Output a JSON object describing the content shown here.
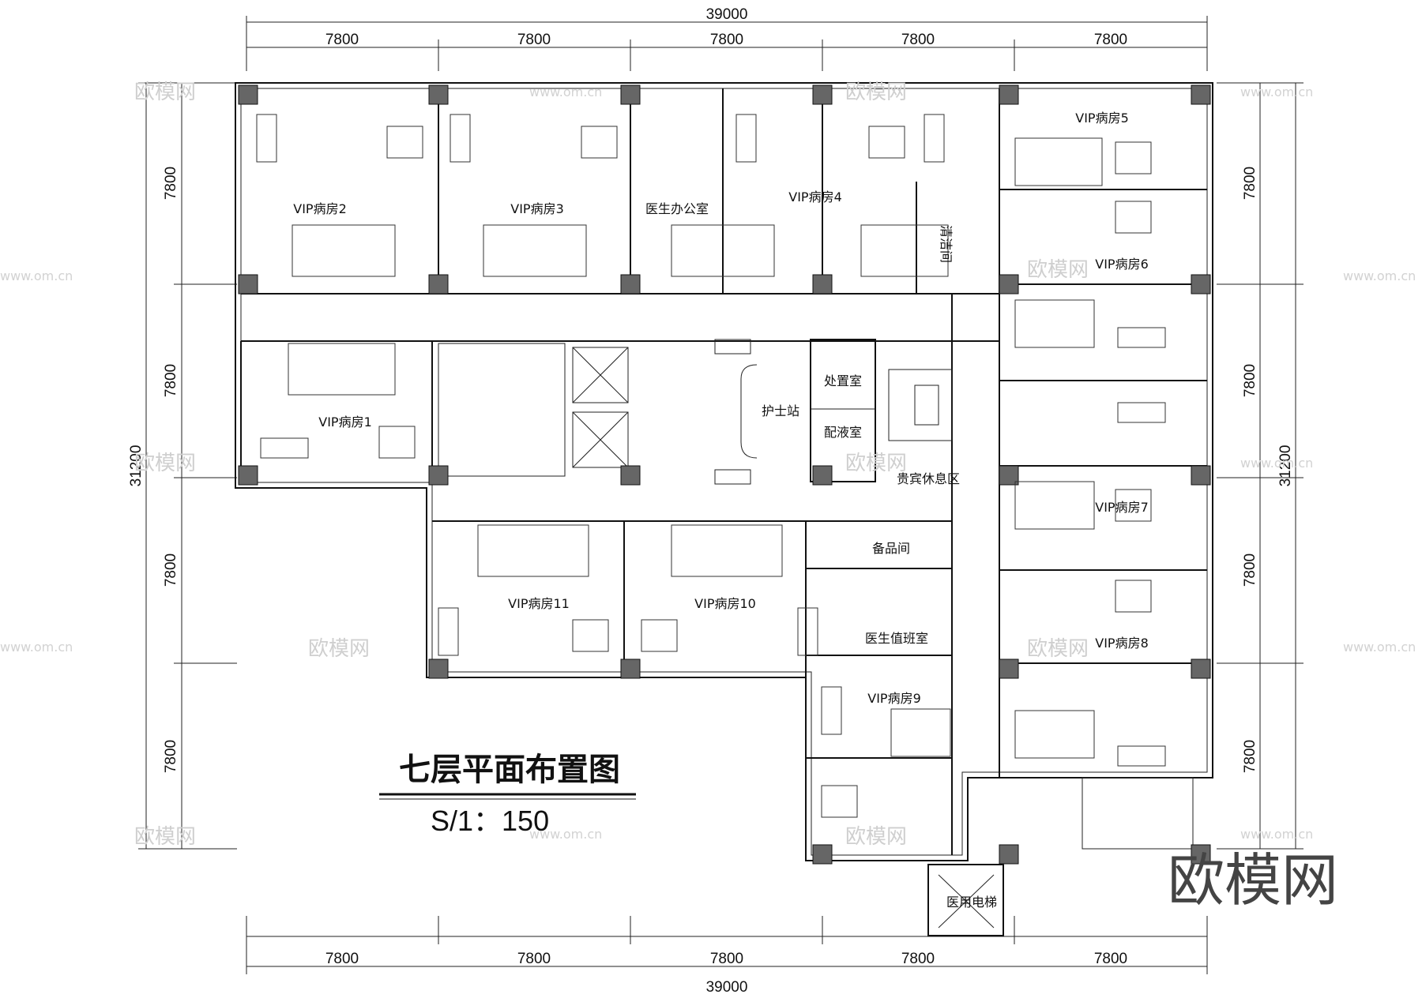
{
  "drawing": {
    "title": "七层平面布置图",
    "scale": "S/1：150"
  },
  "dimensions": {
    "top_total": "39000",
    "top_bays": [
      "7800",
      "7800",
      "7800",
      "7800",
      "7800"
    ],
    "bottom_total": "39000",
    "bottom_bays": [
      "7800",
      "7800",
      "7800",
      "7800",
      "7800"
    ],
    "left_total": "31200",
    "left_bays": [
      "7800",
      "7800",
      "7800",
      "7800"
    ],
    "right_total": "31200",
    "right_bays": [
      "7800",
      "7800",
      "7800",
      "7800"
    ]
  },
  "rooms": {
    "vip1": "VIP病房1",
    "vip2": "VIP病房2",
    "vip3": "VIP病房3",
    "vip4": "VIP病房4",
    "vip5": "VIP病房5",
    "vip6": "VIP病房6",
    "vip7": "VIP病房7",
    "vip8": "VIP病房8",
    "vip9": "VIP病房9",
    "vip10": "VIP病房10",
    "vip11": "VIP病房11",
    "doctor_office": "医生办公室",
    "cleaning": "清洁间",
    "treatment": "处置室",
    "dispensing": "配液室",
    "nurse_station": "护士站",
    "vip_lounge": "贵宾休息区",
    "storage": "备品间",
    "duty_room": "医生值班室",
    "medical_elevator": "医用电梯"
  },
  "watermarks": {
    "brand": "欧模网",
    "site": "www.om.cn"
  }
}
